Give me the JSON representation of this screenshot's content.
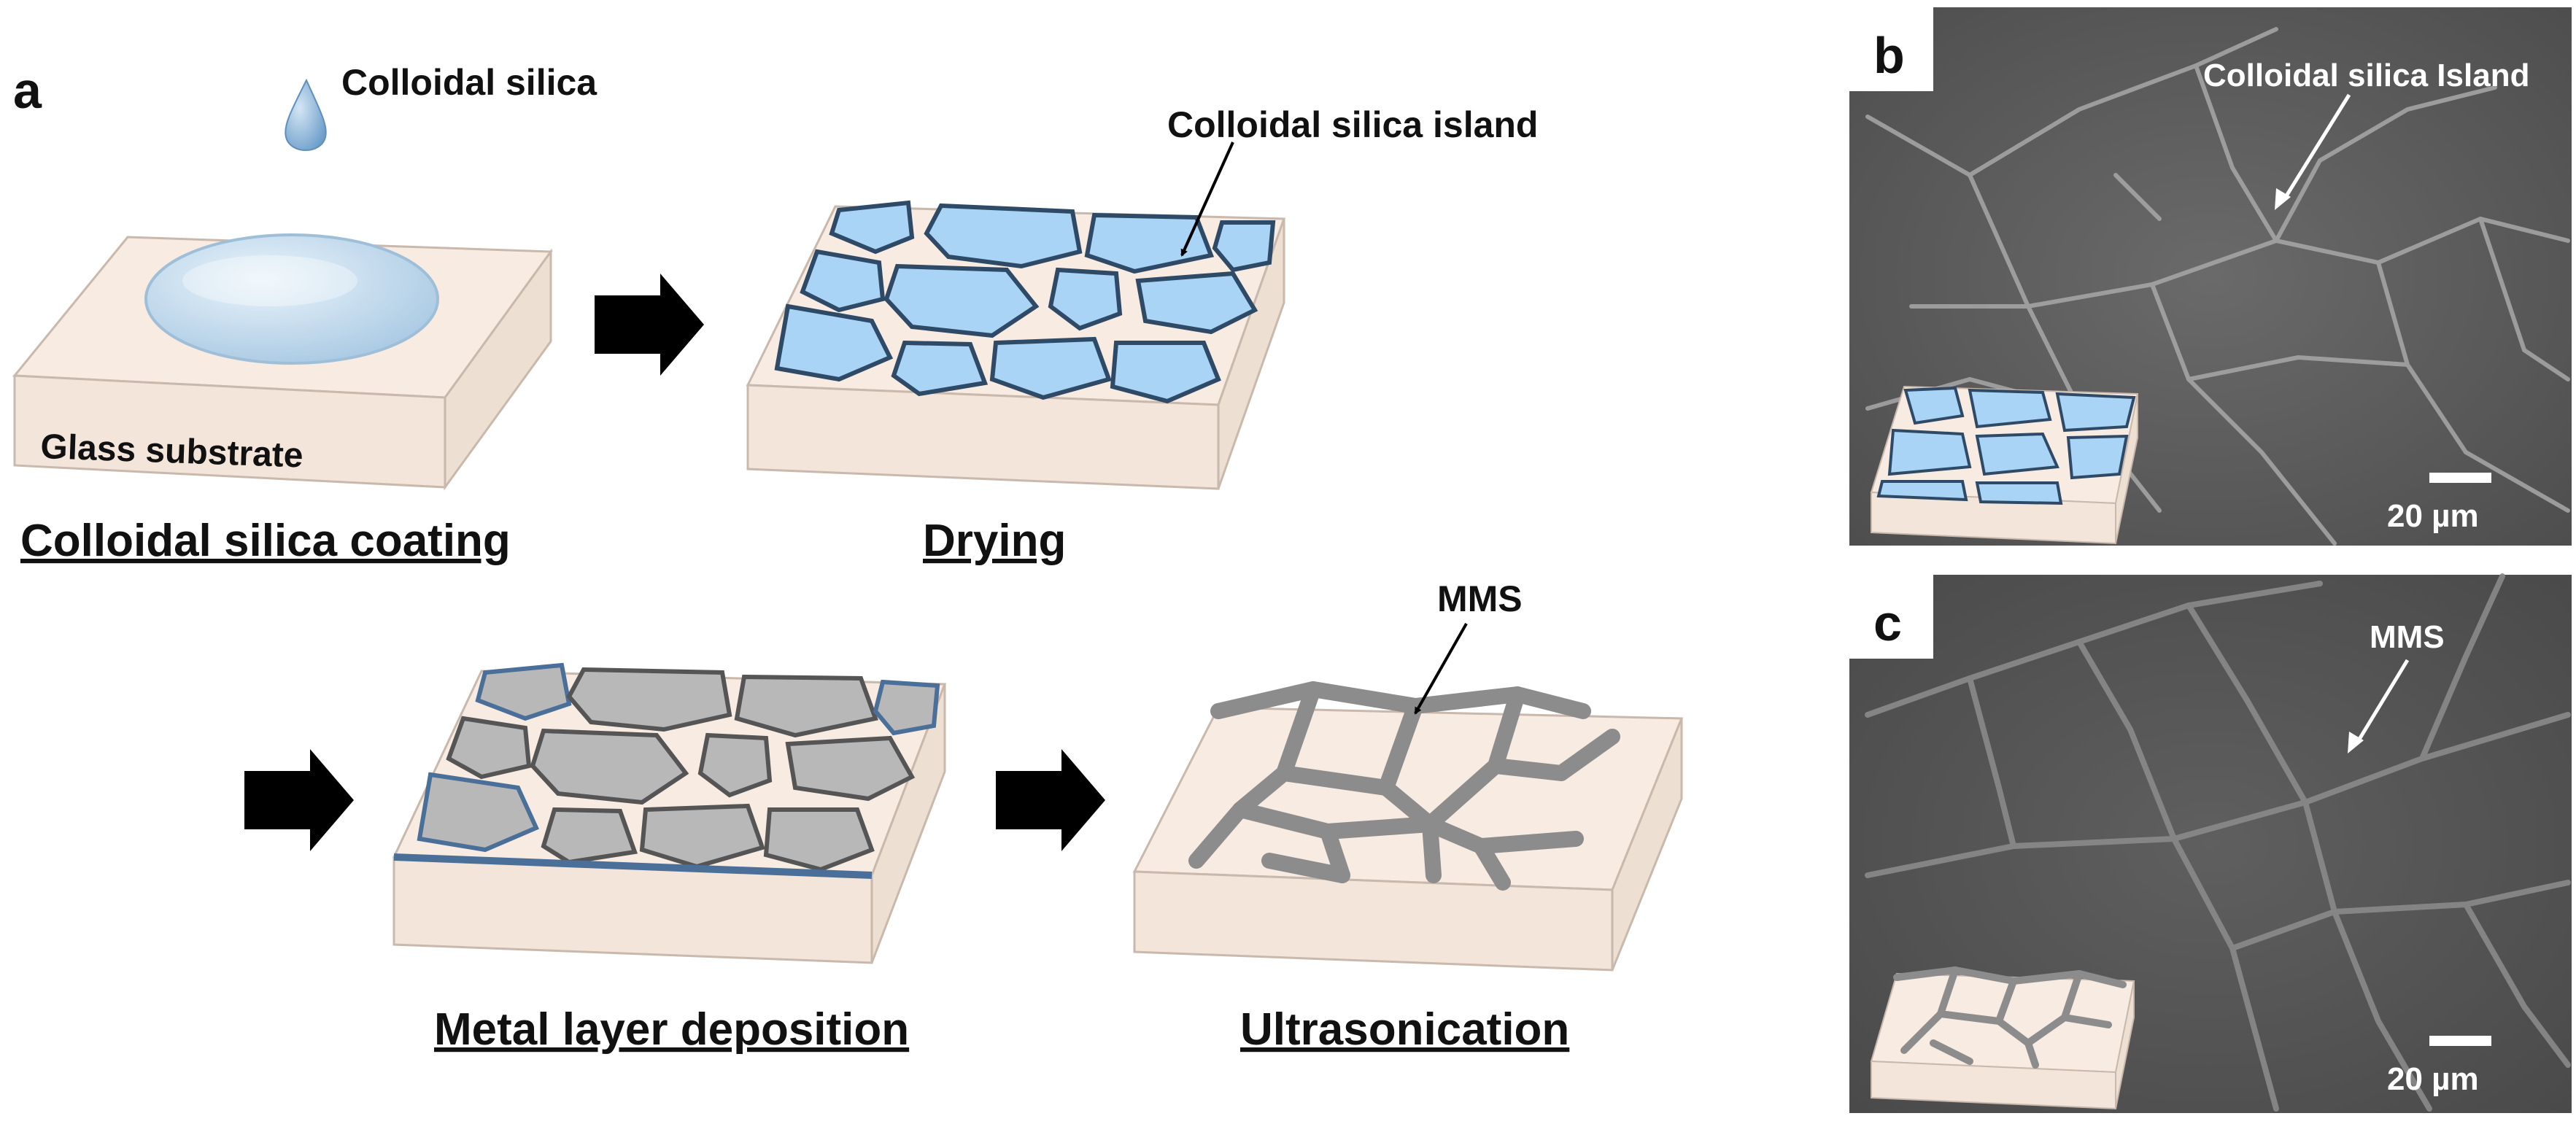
{
  "panel_a": {
    "label": "a",
    "steps": [
      {
        "caption": "Colloidal silica coating",
        "annotation": "Colloidal silica",
        "substrate_label": "Glass substrate"
      },
      {
        "caption": "Drying",
        "annotation": "Colloidal silica island"
      },
      {
        "caption": "Metal layer deposition"
      },
      {
        "caption": "Ultrasonication",
        "annotation": "MMS"
      }
    ]
  },
  "panel_b": {
    "label": "b",
    "annotation": "Colloidal silica Island",
    "scale_bar": "20 µm"
  },
  "panel_c": {
    "label": "c",
    "annotation": "MMS",
    "scale_bar": "20 µm"
  },
  "colors": {
    "substrate": "#f3e5da",
    "silica": "#a9d4f5",
    "metal": "#b3b3b3",
    "mms": "#8c8c8c",
    "arrow": "#000000",
    "sem_background": "#5e5e5e"
  }
}
